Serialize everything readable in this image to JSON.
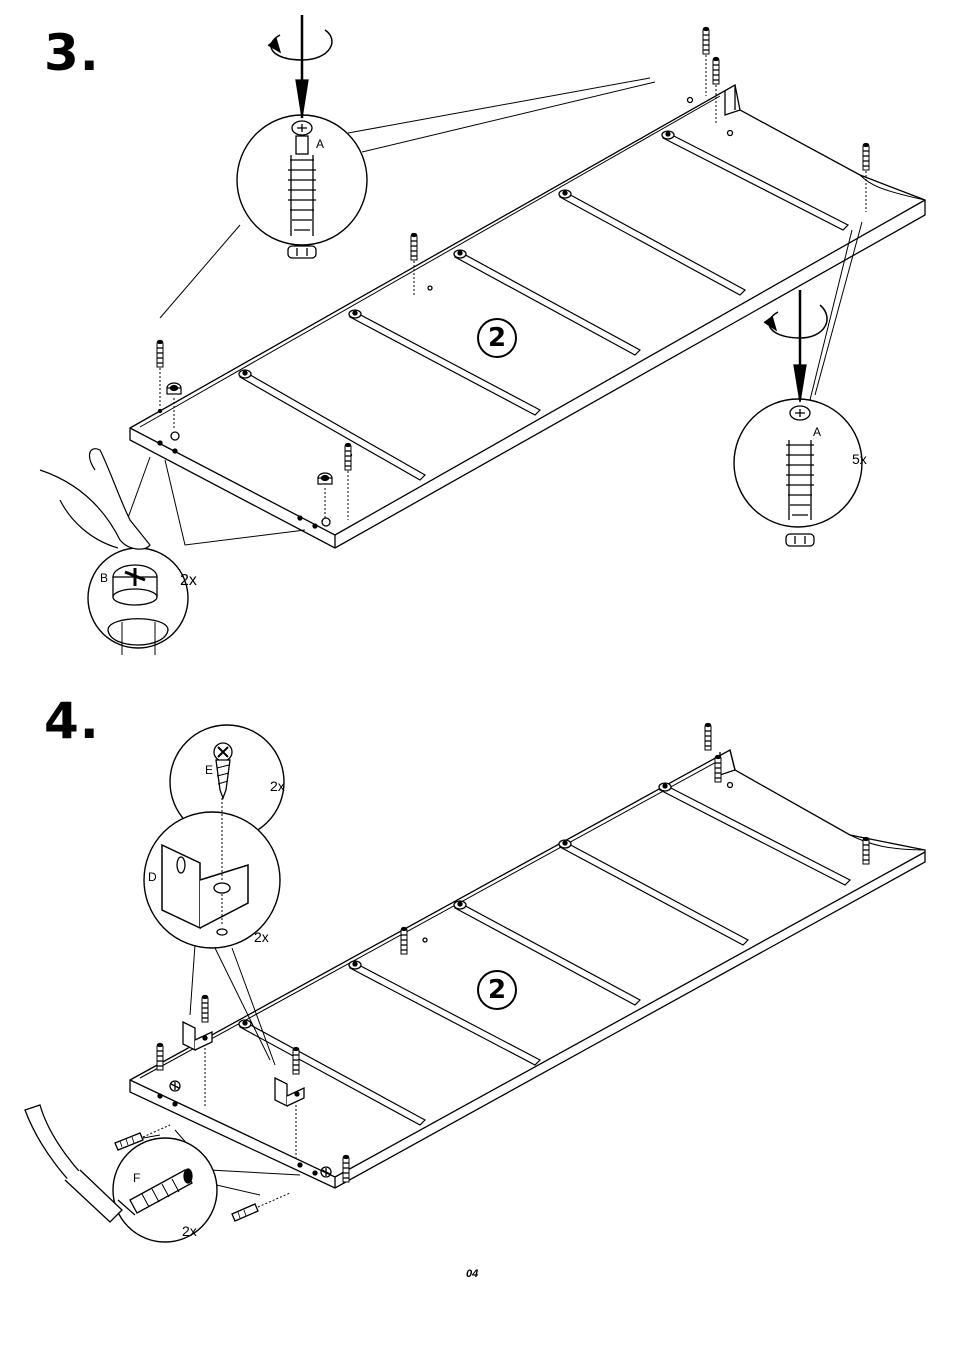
{
  "steps": [
    {
      "number": "3.",
      "panel_label": "2",
      "callouts": {
        "part_a_top": "A",
        "part_a_right": "A",
        "part_b": "B",
        "qty_right": "5x",
        "qty_b": "2x"
      }
    },
    {
      "number": "4.",
      "panel_label": "2",
      "callouts": {
        "part_e": "E",
        "qty_e": "2x",
        "part_d": "D",
        "qty_d": "2x",
        "part_f": "F",
        "qty_f": "2x"
      }
    }
  ],
  "page_number": "04",
  "colors": {
    "ink": "#000000",
    "paper": "#ffffff",
    "shade": "#d9d9d9"
  }
}
